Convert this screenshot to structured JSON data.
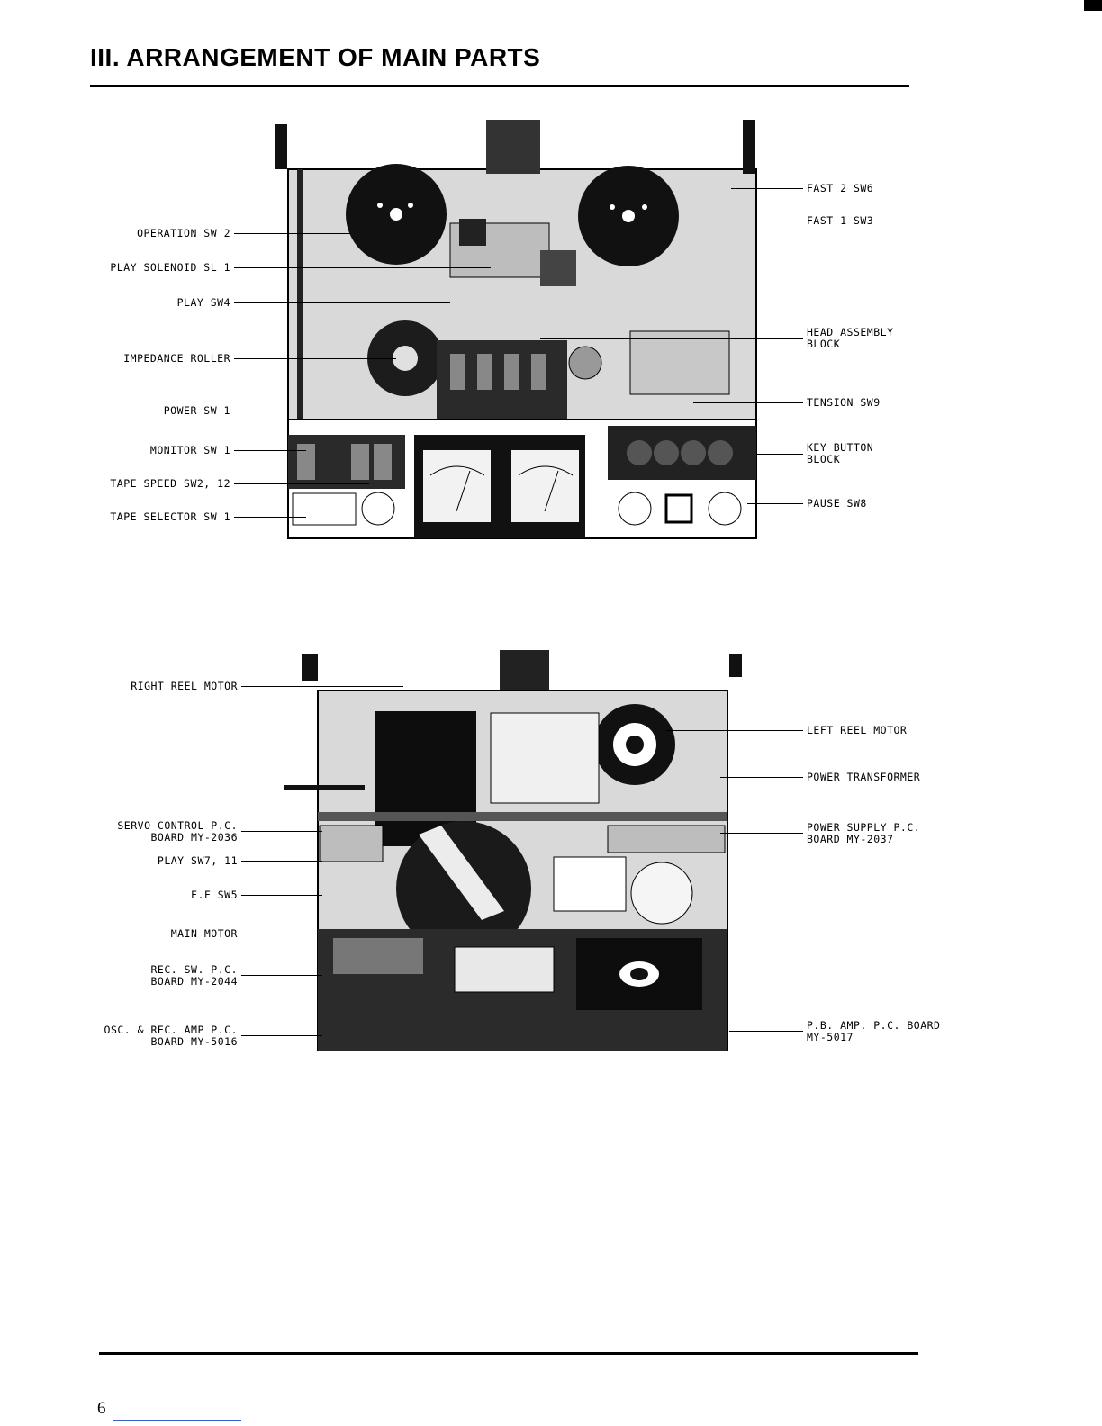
{
  "page": {
    "title": "III. ARRANGEMENT OF MAIN PARTS",
    "page_number": "6"
  },
  "colors": {
    "ink": "#000000",
    "paper": "#ffffff",
    "chassis": "#d9d9d9",
    "footer_link": "#3a5fcd"
  },
  "top_figure": {
    "left_labels": [
      "OPERATION SW 2",
      "PLAY SOLENOID SL 1",
      "PLAY SW4",
      "IMPEDANCE ROLLER",
      "POWER SW 1",
      "MONITOR SW 1",
      "TAPE SPEED SW2, 12",
      "TAPE SELECTOR SW 1"
    ],
    "right_labels": [
      "FAST 2 SW6",
      "FAST 1 SW3",
      "HEAD ASSEMBLY\nBLOCK",
      "TENSION SW9",
      "KEY BUTTON\nBLOCK",
      "PAUSE SW8"
    ]
  },
  "bottom_figure": {
    "left_labels": [
      "RIGHT REEL MOTOR",
      "SERVO CONTROL P.C.\nBOARD MY-2036",
      "PLAY SW7, 11",
      "F.F SW5",
      "MAIN MOTOR",
      "REC. SW. P.C.\nBOARD MY-2044",
      "OSC. & REC. AMP P.C.\nBOARD MY-5016"
    ],
    "right_labels": [
      "LEFT REEL MOTOR",
      "POWER TRANSFORMER",
      "POWER SUPPLY P.C.\nBOARD MY-2037",
      "P.B. AMP. P.C. BOARD\nMY-5017"
    ]
  }
}
